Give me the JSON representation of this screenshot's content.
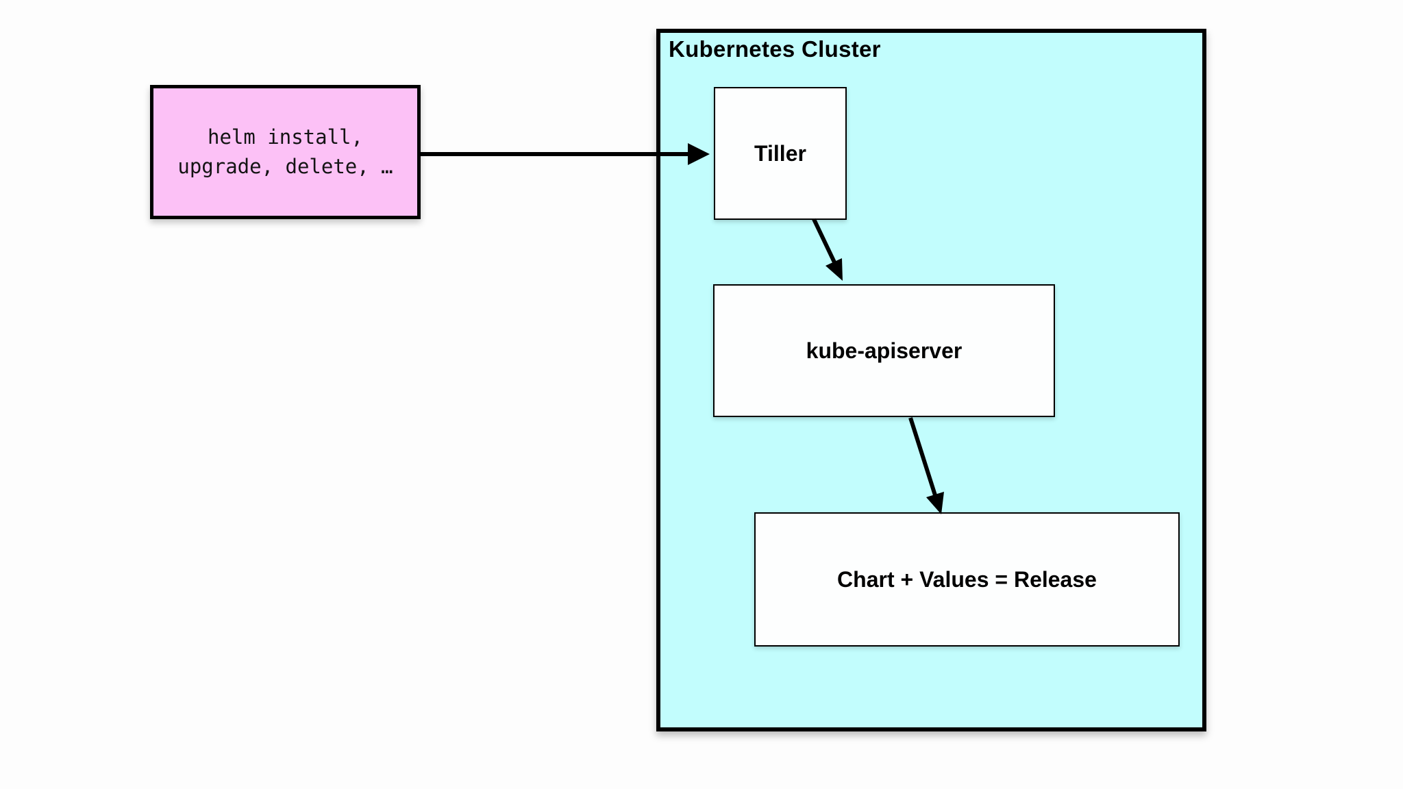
{
  "page": {
    "background": "#fdfdfd"
  },
  "diagram": {
    "helm_box": {
      "lines": [
        "helm install,",
        "upgrade, delete, …"
      ],
      "fill": "#fcc1f6",
      "border_color": "#000000"
    },
    "cluster": {
      "title": "Kubernetes Cluster",
      "fill": "#c2fdfd",
      "border_color": "#000000"
    },
    "nodes": [
      {
        "id": "tiller",
        "label": "Tiller",
        "fill": "#fdfefe"
      },
      {
        "id": "kube-apiserver",
        "label": "kube-apiserver",
        "fill": "#fdfefe"
      },
      {
        "id": "chart-release",
        "label": "Chart + Values = Release",
        "fill": "#fdfefe"
      }
    ],
    "arrows": [
      {
        "from": "helm-commands-box",
        "to": "tiller"
      },
      {
        "from": "tiller",
        "to": "kube-apiserver"
      },
      {
        "from": "kube-apiserver",
        "to": "chart-release"
      }
    ],
    "arrow_color": "#000000"
  }
}
